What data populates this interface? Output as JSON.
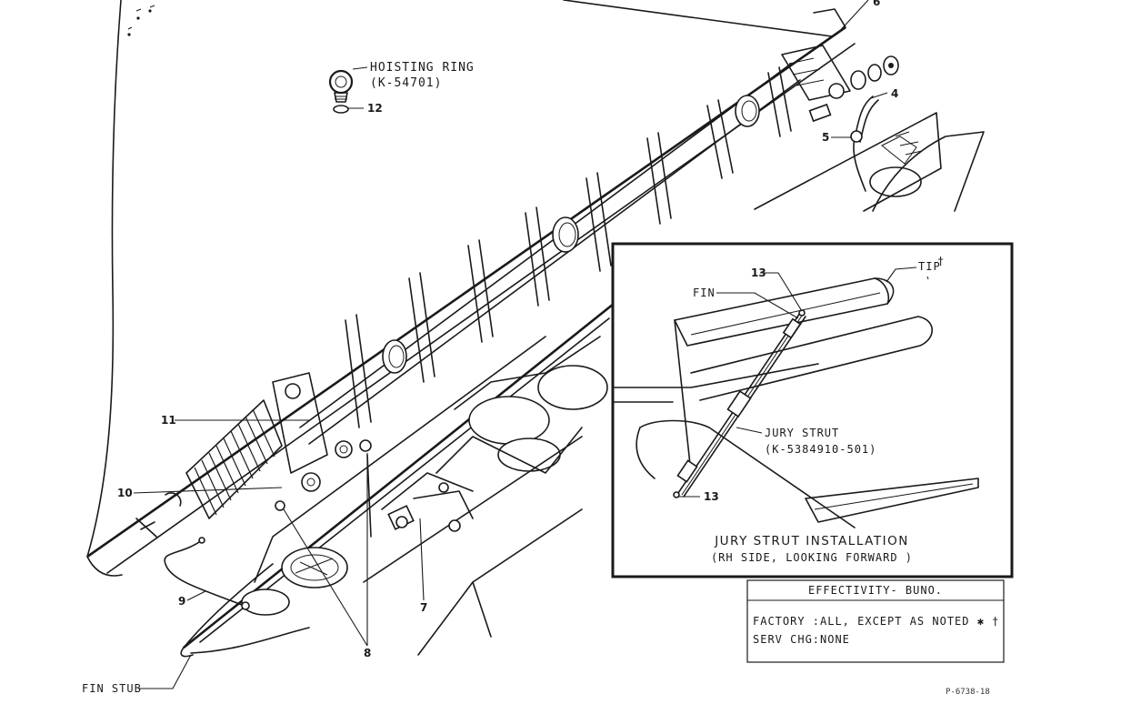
{
  "labels": {
    "hoisting_ring": "HOISTING RING",
    "hoisting_ring_pn": "(K-54701)",
    "fin_stub": "FIN STUB",
    "fin": "FIN",
    "tip": "TIP",
    "tip_mark": "†",
    "jury_strut": "JURY STRUT",
    "jury_strut_pn": "(K-5384910-501)",
    "figure_id": "P-6738-18"
  },
  "callouts": {
    "c4": "4",
    "c5": "5",
    "c6": "6",
    "c7": "7",
    "c8": "8",
    "c9": "9",
    "c10": "10",
    "c11": "11",
    "c12": "12",
    "c13a": "13",
    "c13b": "13"
  },
  "inset": {
    "title": "JURY STRUT INSTALLATION",
    "subtitle": "(RH SIDE, LOOKING FORWARD )"
  },
  "effectivity": {
    "title": "EFFECTIVITY- BUNO.",
    "rows": [
      {
        "key": "FACTORY :",
        "value": "ALL, EXCEPT AS NOTED ✱ †"
      },
      {
        "key": "SERV CHG:",
        "value": "NONE"
      }
    ]
  }
}
